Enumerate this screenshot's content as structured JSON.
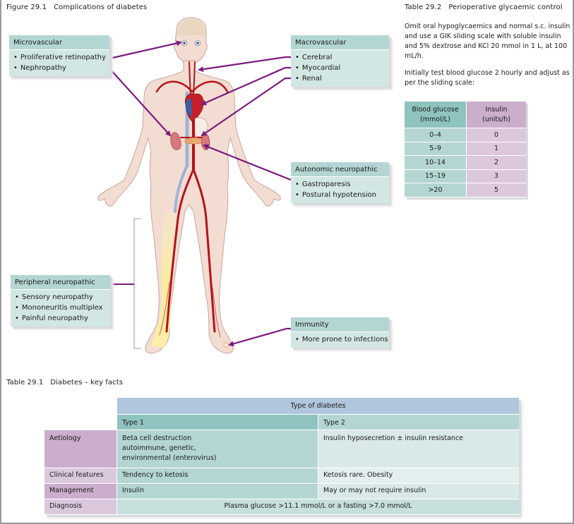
{
  "figure": {
    "number": "Figure 29.1",
    "title": "Complications of diabetes",
    "callouts": {
      "microvascular": {
        "heading": "Microvascular",
        "items": [
          "Proliferative retinopathy",
          "Nephropathy"
        ]
      },
      "macrovascular": {
        "heading": "Macrovascular",
        "items": [
          "Cerebral",
          "Myocardial",
          "Renal"
        ]
      },
      "autonomic": {
        "heading": "Autonomic neuropathic",
        "items": [
          "Gastroparesis",
          "Postural hypotension"
        ]
      },
      "peripheral": {
        "heading": "Peripheral neuropathic",
        "items": [
          "Sensory neuropathy",
          "Mononeuritis multiplex",
          "Painful neuropathy"
        ]
      },
      "immunity": {
        "heading": "Immunity",
        "items": [
          "More prone to infections"
        ]
      }
    },
    "colors": {
      "arrow": "#7a1a7e",
      "skin": "#f3ddd2",
      "artery": "#b5121b",
      "vein": "#9fb3d8",
      "callout_header": "#b4d6d3",
      "callout_body": "#d2e6e4"
    }
  },
  "table_29_2": {
    "number": "Table 29.2",
    "title": "Perioperative glycaemic control",
    "paragraph1": "Omit oral hypoglycaemics and normal s.c. insulin and use a GIK sliding scale with soluble insulin and 5% dextrose and KCl 20 mmol in 1 L, at 100 mL/h.",
    "paragraph2": "Initially test blood glucose 2 hourly and adjust as per the sliding scale:",
    "headers": {
      "glucose": "Blood glucose\n(mmol/L)",
      "glucose_line1": "Blood glucose",
      "glucose_line2": "(mmol/L)",
      "insulin_line1": "Insulin",
      "insulin_line2": "(units/h)"
    },
    "rows": [
      {
        "glucose": "0–4",
        "insulin": "0"
      },
      {
        "glucose": "5–9",
        "insulin": "1"
      },
      {
        "glucose": "10–14",
        "insulin": "2"
      },
      {
        "glucose": "15–19",
        "insulin": "3"
      },
      {
        "glucose": ">20",
        "insulin": "5"
      }
    ]
  },
  "table_29_1": {
    "number": "Table 29.1",
    "title": "Diabetes – key facts",
    "group_header": "Type of diabetes",
    "type1": "Type 1",
    "type2": "Type 2",
    "rows": [
      {
        "label": "Aetiology",
        "type1_lines": [
          "Beta cell destruction",
          "autoimmune, genetic,",
          "environmental (enterovirus)"
        ],
        "type2": "Insulin hyposecretion ± insulin resistance"
      },
      {
        "label": "Clinical features",
        "type1": "Tendency to ketosis",
        "type2": "Ketosis rare. Obesity"
      },
      {
        "label": "Management",
        "type1": "Insulin",
        "type2": "May or may not require insulin"
      },
      {
        "label": "Diagnosis",
        "both": "Plasma glucose >11.1 mmol/L or a fasting >7.0 mmol/L"
      }
    ]
  }
}
